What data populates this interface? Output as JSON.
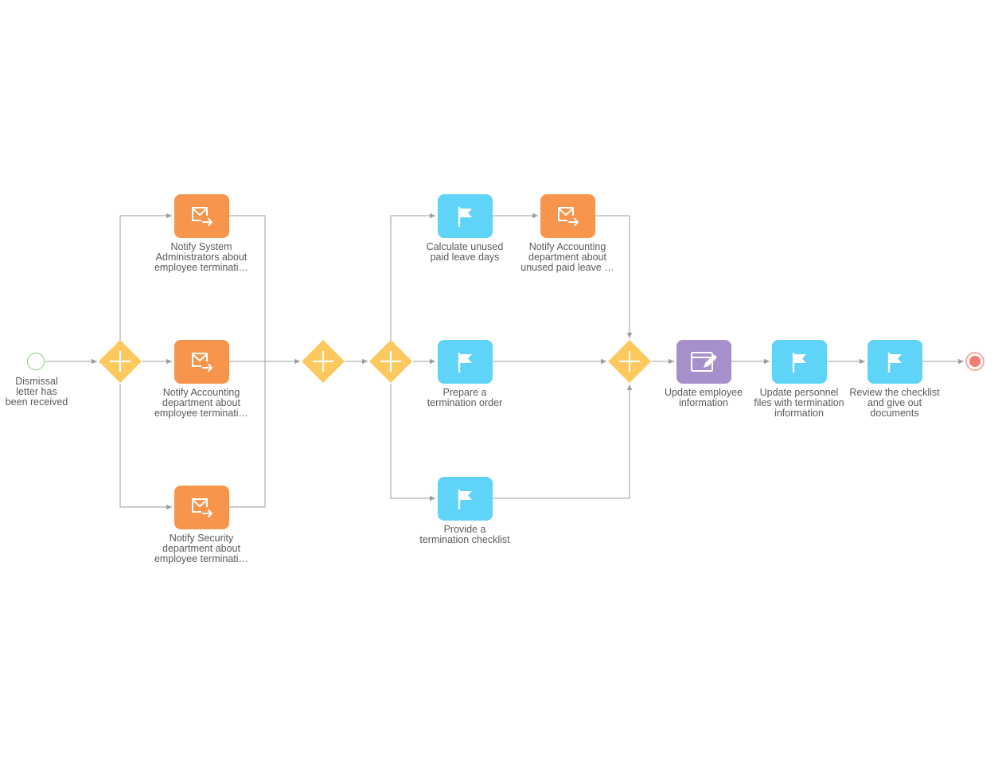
{
  "diagram": {
    "start_event": {
      "label": "Dismissal\nletter has\nbeen received"
    },
    "tasks": {
      "notify_sysadmins": {
        "label": "Notify System\nAdministrators about\nemployee terminati…",
        "icon": "email-send-icon"
      },
      "notify_accounting": {
        "label": "Notify Accounting\ndepartment about\nemployee terminati…",
        "icon": "email-send-icon"
      },
      "notify_security": {
        "label": "Notify Security\ndepartment about\nemployee terminati…",
        "icon": "email-send-icon"
      },
      "calc_leave": {
        "label": "Calculate unused\npaid leave days",
        "icon": "flag-icon"
      },
      "notify_accounting_leave": {
        "label": "Notify Accounting\ndepartment about\nunused paid leave …",
        "icon": "email-send-icon"
      },
      "prepare_order": {
        "label": "Prepare a\ntermination order",
        "icon": "flag-icon"
      },
      "provide_checklist": {
        "label": "Provide a\ntermination checklist",
        "icon": "flag-icon"
      },
      "update_employee": {
        "label": "Update employee\ninformation",
        "icon": "edit-page-icon"
      },
      "update_files": {
        "label": "Update personnel\nfiles with termination\ninformation",
        "icon": "flag-icon"
      },
      "review_checklist": {
        "label": "Review the checklist\nand give out\ndocuments",
        "icon": "flag-icon"
      }
    },
    "gateways": [
      "parallel-split",
      "parallel-join",
      "parallel-split",
      "parallel-join"
    ],
    "colors": {
      "email_task": "#f7954c",
      "user_task": "#5fd3f8",
      "edit_task": "#a68fca",
      "gateway": "#fdc95e",
      "start_event": "#8cc97a",
      "end_event": "#f47a70",
      "flow": "#9e9e9e"
    }
  }
}
